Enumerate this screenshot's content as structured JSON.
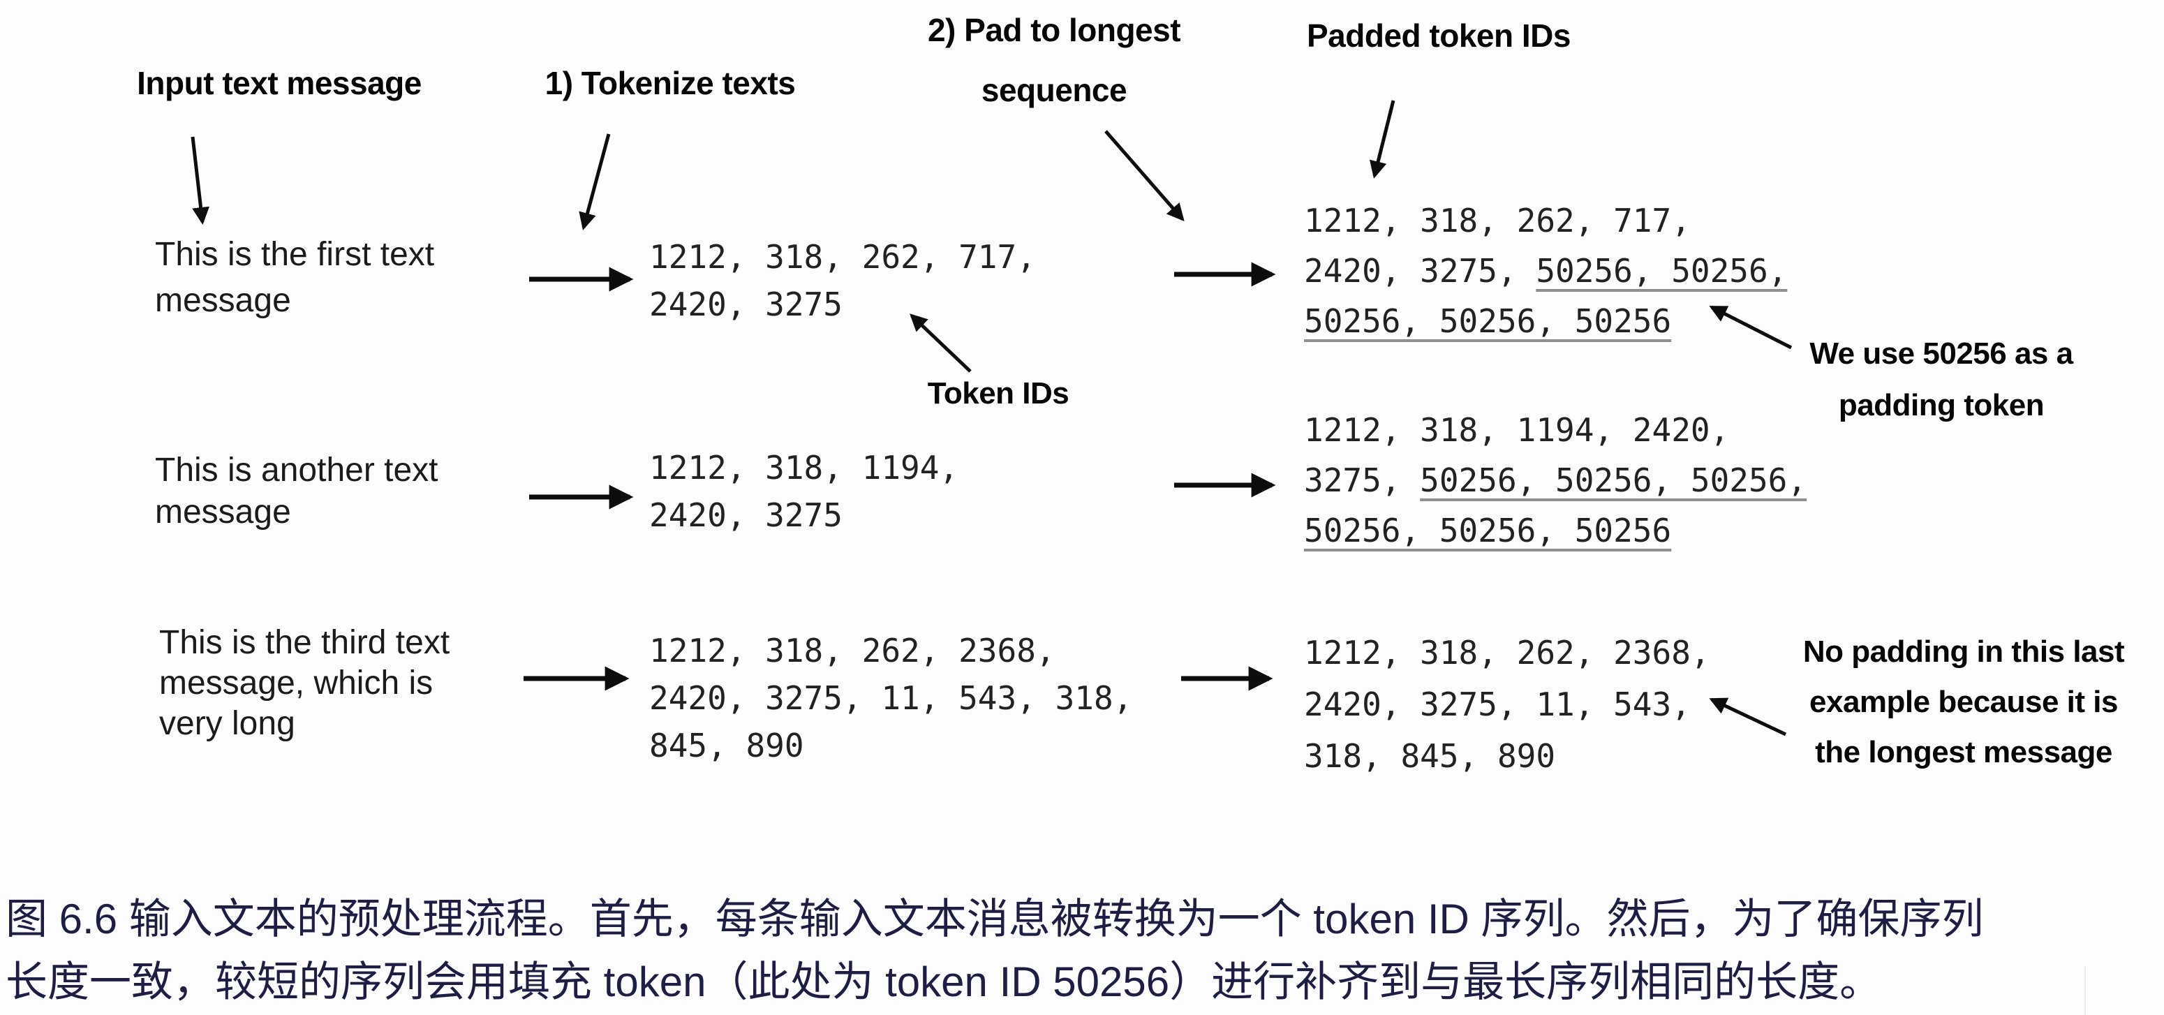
{
  "figure": {
    "labels": {
      "input": "Input text message",
      "tokenize": "1) Tokenize texts",
      "pad_line1": "2) Pad to longest",
      "pad_line2": "sequence",
      "padded": "Padded token IDs",
      "token_ids": "Token IDs"
    },
    "annotations": {
      "padding_note_line1": "We use 50256 as a",
      "padding_note_line2": "padding token",
      "no_padding_line1": "No padding in this last",
      "no_padding_line2": "example because it is",
      "no_padding_line3": "the longest message"
    },
    "rows": [
      {
        "input_lines": [
          "This is the first text",
          "message"
        ],
        "token_lines": [
          "1212, 318, 262, 717,",
          "2420, 3275"
        ],
        "padded_lines": [
          {
            "plain": "1212, 318, 262, 717,"
          },
          {
            "plain": "2420, 3275, ",
            "padded": "50256, 50256,"
          },
          {
            "padded": "50256, 50256, 50256"
          }
        ]
      },
      {
        "input_lines": [
          "This is another text",
          "message"
        ],
        "token_lines": [
          "1212, 318, 1194,",
          "2420, 3275"
        ],
        "padded_lines": [
          {
            "plain": "1212, 318, 1194, 2420,"
          },
          {
            "plain": "3275, ",
            "padded": "50256, 50256, 50256,"
          },
          {
            "padded": "50256, 50256, 50256"
          }
        ]
      },
      {
        "input_lines": [
          "This is the third text",
          "message, which is",
          "very long"
        ],
        "token_lines": [
          "1212, 318, 262, 2368,",
          "2420, 3275, 11, 543, 318,",
          "845, 890"
        ],
        "padded_lines": [
          {
            "plain": "1212, 318, 262, 2368,"
          },
          {
            "plain": "2420, 3275, 11, 543,"
          },
          {
            "plain": "318, 845, 890"
          }
        ]
      }
    ]
  },
  "caption": {
    "line1": "图 6.6 输入文本的预处理流程。首先，每条输入文本消息被转换为一个 token ID 序列。然后，为了确保序列",
    "line2": "长度一致，较短的序列会用填充 token（此处为 token ID 50256）进行补齐到与最长序列相同的长度。"
  },
  "colors": {
    "diagram_text": "#060606",
    "mono_text": "#222222",
    "caption_text": "#1e1e44",
    "underline": "#8f8f8f",
    "background": "#fdfdfe"
  }
}
